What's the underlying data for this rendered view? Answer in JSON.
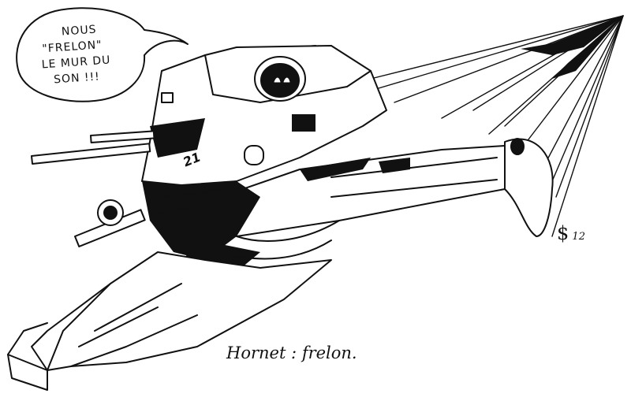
{
  "illustration": {
    "subject": "Hornet armored spaceship pen-and-ink drawing",
    "speech_bubble": {
      "lines": [
        "NOUS",
        "\"FRELON\"",
        "LE MUR DU",
        "SON !!!"
      ]
    },
    "hull_number": "21",
    "caption": "Hornet : frelon.",
    "signature": {
      "mark": "$",
      "year": "12"
    },
    "colors": {
      "ink": "#111111",
      "paper": "#ffffff"
    }
  }
}
